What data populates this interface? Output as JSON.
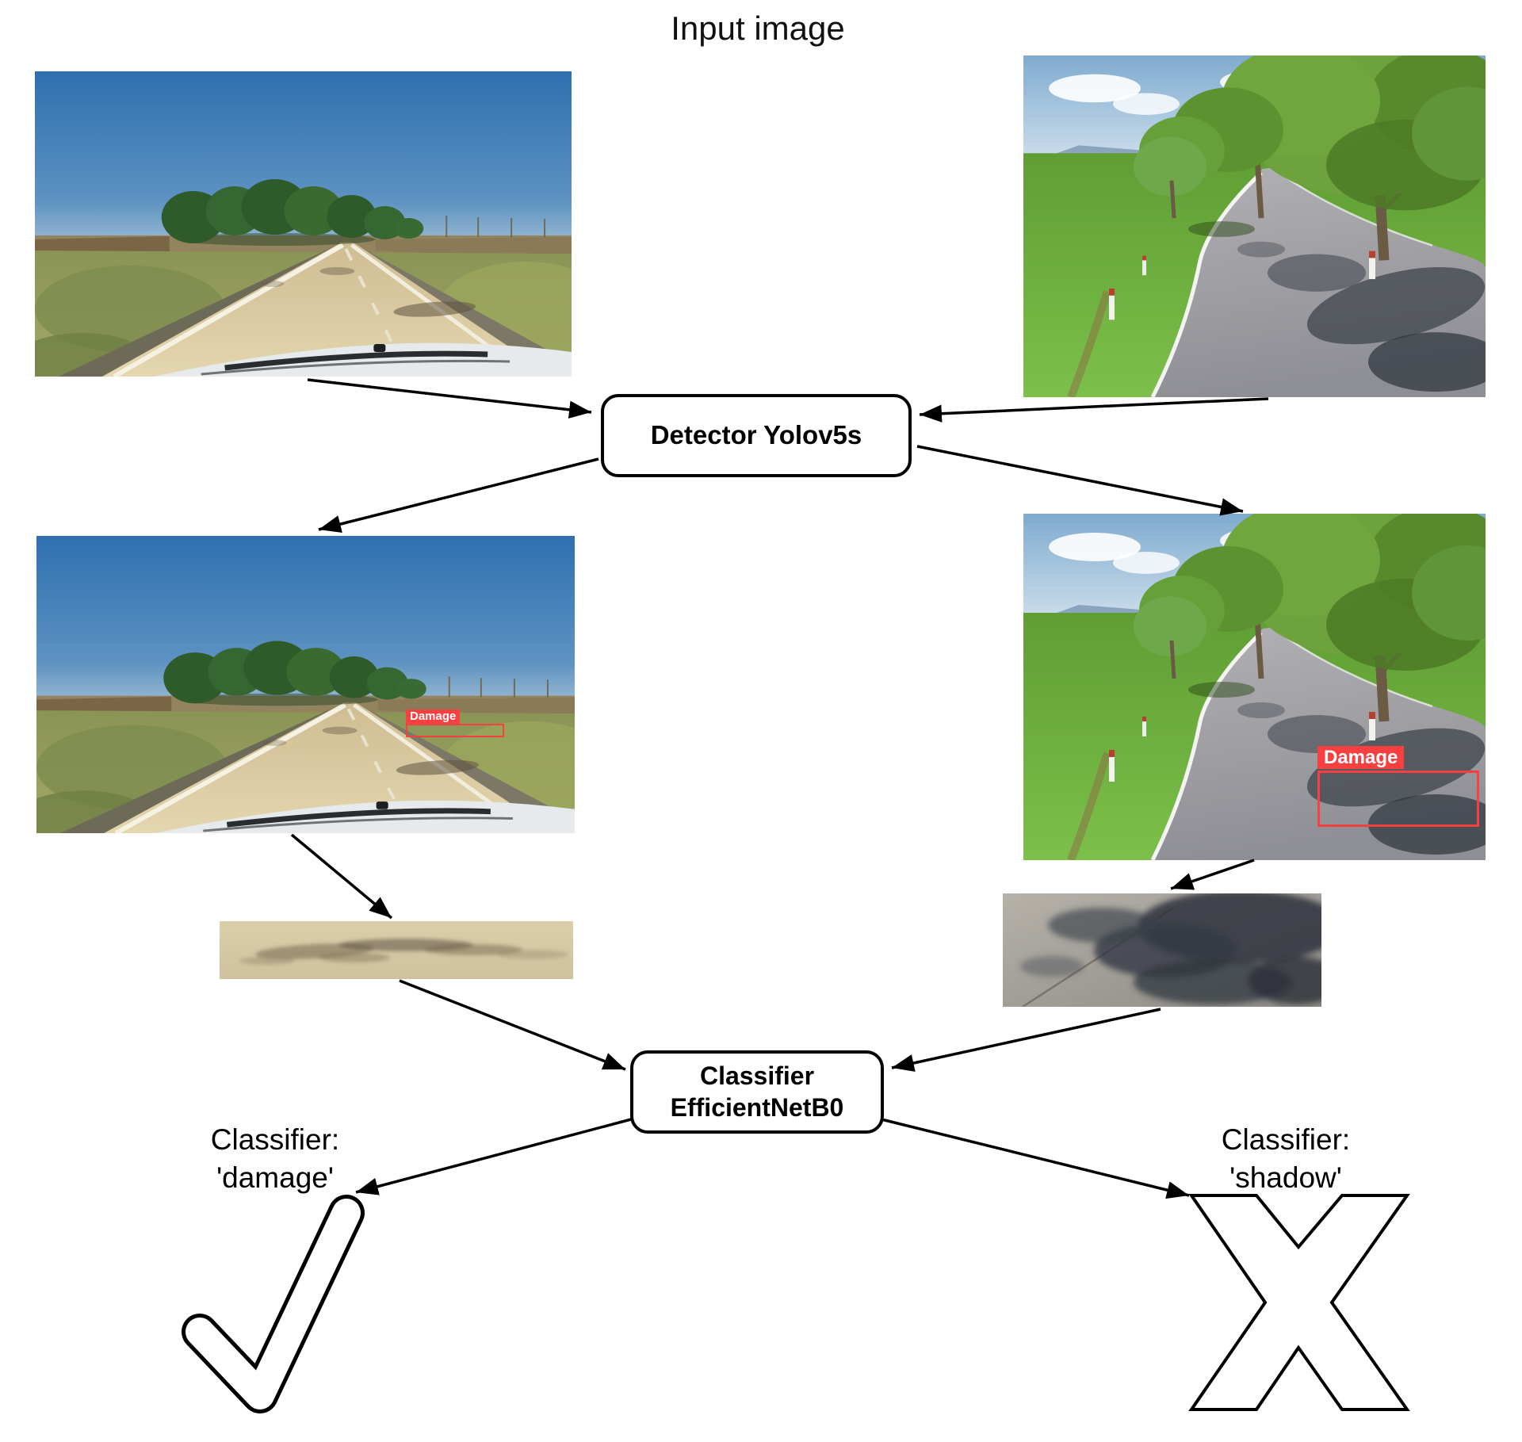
{
  "title": "Input image",
  "detector": {
    "label": "Detector Yolov5s"
  },
  "classifier": {
    "line1": "Classifier",
    "line2": "EfficientNetB0"
  },
  "detections": {
    "left": {
      "label": "Damage"
    },
    "right": {
      "label": "Damage"
    }
  },
  "results": {
    "left": {
      "line1": "Classifier:",
      "line2": "'damage'",
      "icon": "checkmark-icon"
    },
    "right": {
      "line1": "Classifier:",
      "line2": "'shadow'",
      "icon": "x-mark-icon"
    }
  },
  "colors": {
    "detection_red": "#f94040",
    "line_black": "#000000"
  }
}
